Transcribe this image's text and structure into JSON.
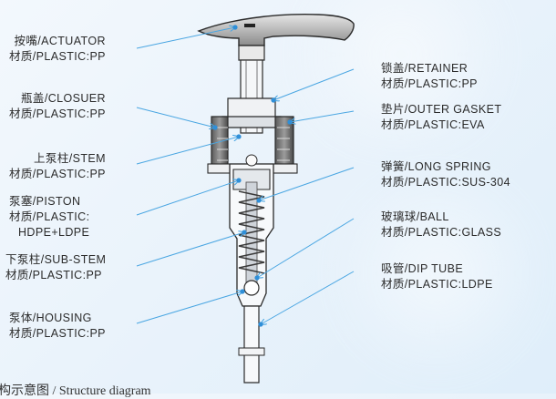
{
  "labels": {
    "actuator": {
      "line1": "按嘴/ACTUATOR",
      "line2": "材质/PLASTIC:PP"
    },
    "closure": {
      "line1": "瓶盖/CLOSUER",
      "line2": "材质/PLASTIC:PP"
    },
    "stem": {
      "line1": "上泵柱/STEM",
      "line2": "材质/PLASTIC:PP"
    },
    "piston": {
      "line1": "泵塞/PISTON",
      "line2": "材质/PLASTIC:",
      "line3": "HDPE+LDPE"
    },
    "substem": {
      "line1": "下泵柱/SUB-STEM",
      "line2": "材质/PLASTIC:PP"
    },
    "housing": {
      "line1": "泵体/HOUSING",
      "line2": "材质/PLASTIC:PP"
    },
    "retainer": {
      "line1": "锁盖/RETAINER",
      "line2": "材质/PLASTIC:PP"
    },
    "gasket": {
      "line1": "垫片/OUTER GASKET",
      "line2": "材质/PLASTIC:EVA"
    },
    "spring": {
      "line1": "弹簧/LONG SPRING",
      "line2": "材质/PLASTIC:SUS-304"
    },
    "ball": {
      "line1": "玻璃球/BALL",
      "line2": "材质/PLASTIC:GLASS"
    },
    "diptube": {
      "line1": "吸管/DIP TUBE",
      "line2": "材质/PLASTIC:LDPE"
    }
  },
  "caption": "构示意图 / Structure diagram",
  "colors": {
    "leader": "#4aa6e2",
    "dot": "#2f8fd8",
    "outline": "#2a2a2a",
    "metal": "#9aa0a6"
  }
}
